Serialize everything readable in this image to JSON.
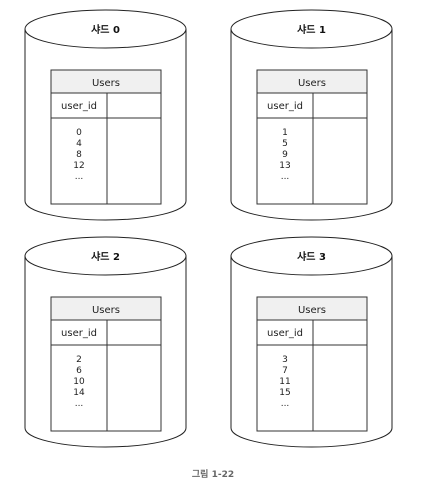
{
  "caption": "그림 1-22",
  "shards": [
    {
      "title": "샤드 0",
      "table": {
        "name": "Users",
        "column": "user_id",
        "values": [
          "0",
          "4",
          "8",
          "12",
          "..."
        ]
      }
    },
    {
      "title": "샤드 1",
      "table": {
        "name": "Users",
        "column": "user_id",
        "values": [
          "1",
          "5",
          "9",
          "13",
          "..."
        ]
      }
    },
    {
      "title": "샤드 2",
      "table": {
        "name": "Users",
        "column": "user_id",
        "values": [
          "2",
          "6",
          "10",
          "14",
          "..."
        ]
      }
    },
    {
      "title": "샤드 3",
      "table": {
        "name": "Users",
        "column": "user_id",
        "values": [
          "3",
          "7",
          "11",
          "15",
          "..."
        ]
      }
    }
  ]
}
